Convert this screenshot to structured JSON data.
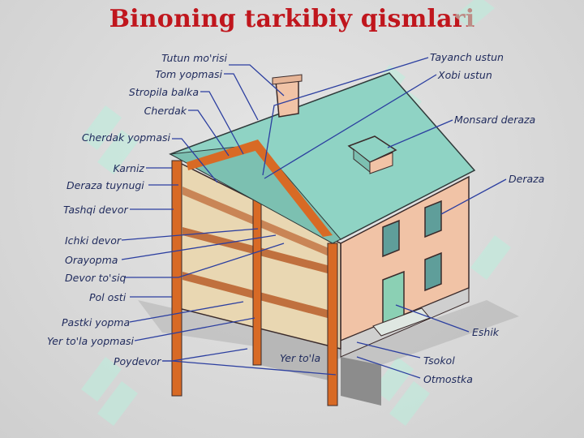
{
  "title": "Binoning tarkibiy qismlari",
  "labels": {
    "tutun_morisi": "Tutun mo'risi",
    "tom_yopmasi": "Tom yopmasi",
    "stropila_balka": "Stropila balka",
    "cherdak": "Cherdak",
    "cherdak_yopmasi": "Cherdak yopmasi",
    "karniz": "Karniz",
    "deraza_tuynugi": "Deraza tuynugi",
    "tashqi_devor": "Tashqi devor",
    "ichki_devor": "Ichki devor",
    "orayopma": "Orayopma",
    "devor_tosiq": "Devor to'siq",
    "pol_osti": "Pol osti",
    "pastki_yopma": "Pastki yopma",
    "yer_tola_yopmasi": "Yer to'la yopmasi",
    "poydevor": "Poydevor",
    "tayanch_ustun": "Tayanch ustun",
    "xobi_ustun": "Xobi ustun",
    "monsard_deraza": "Monsard deraza",
    "deraza": "Deraza",
    "eshik": "Eshik",
    "tsokol": "Tsokol",
    "otmostka": "Otmostka",
    "yer_tola": "Yer to'la"
  },
  "colors": {
    "title": "#c0161d",
    "label": "#1f2a5c",
    "leader": "#2c3fa0",
    "roof": "#8fd3c4",
    "wall": "#f1c3a6",
    "timber": "#d86a25",
    "interior": "#e9d7b2",
    "watermark": "#b9eedd"
  }
}
